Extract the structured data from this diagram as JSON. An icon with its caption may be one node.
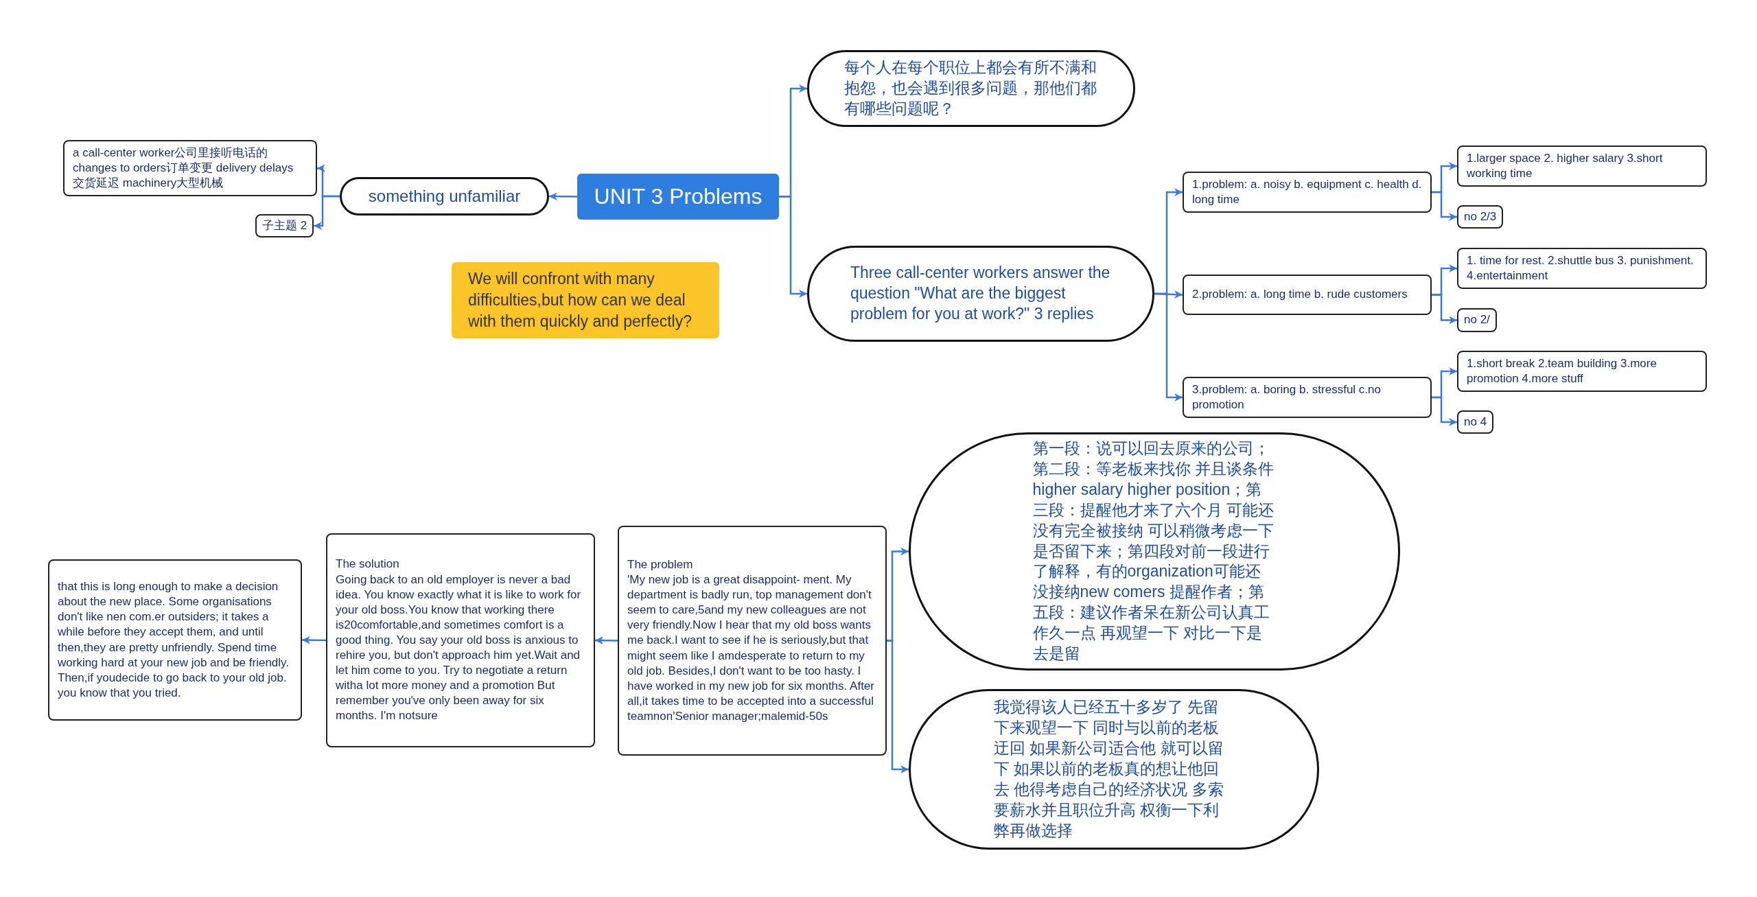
{
  "diagram": {
    "nodes": [
      {
        "text": [
          "UNIT 3 Problems"
        ]
      },
      {
        "text": [
          "something unfamiliar"
        ]
      },
      {
        "text": [
          "a call-center worker公司里接听电话的 changes to orders订单变更 delivery delays 交货延迟 machinery大型机械"
        ]
      },
      {
        "text": [
          "子主题 2"
        ]
      },
      {
        "text": [
          "We will confront with many difficulties,but how can we deal with them quickly and perfectly?"
        ]
      },
      {
        "text": [
          "每个人在每个职位上都会有所不满和抱怨，也会遇到很多问题，那他们都有哪些问题呢？"
        ]
      },
      {
        "text": [
          "Three call-center workers answer the question \"What are the biggest problem for you at work?\" 3 replies"
        ]
      },
      {
        "text": [
          "1.problem: a. noisy b. equipment c. health d. long time"
        ]
      },
      {
        "text": [
          "1.larger space 2. higher salary 3.short working time"
        ]
      },
      {
        "text": [
          "no 2/3"
        ]
      },
      {
        "text": [
          "2.problem: a. long time b. rude customers"
        ]
      },
      {
        "text": [
          "1. time for rest. 2.shuttle bus 3. punishment. 4.entertainment"
        ]
      },
      {
        "text": [
          "no 2/"
        ]
      },
      {
        "text": [
          "3.problem: a. boring b. stressful c.no promotion"
        ]
      },
      {
        "text": [
          "1.short break 2.team building 3.more promotion 4.more stuff"
        ]
      },
      {
        "text": [
          "no 4"
        ]
      },
      {
        "text": [
          "The problem",
          "'My new job is a great disappoint- ment. My department is badly run, top management don't seem to care,5and my new colleagues are not very friendly.Now I hear that my old boss wants me back.I want to see if he is seriously,but that might seem like I amdesperate to return to my old job. Besides,I don't want to be too hasty. I have worked in my new job for six months. After all,it takes time to be accepted into a successful teamnon'Senior manager;malemid-50s"
        ]
      },
      {
        "text": [
          "The solution",
          "Going back to an old employer is never a bad idea. You know exactly what it is like to work for your old boss.You know that working there is20comfortable,and sometimes comfort is a good thing. You say your old boss is anxious to rehire you, but don't approach him yet.Wait and let him come to you. Try to negotiate a return witha lot more money and a promotion But remember you've only been away for six months. I'm notsure"
        ]
      },
      {
        "text": [
          "that this is long enough to make a decision about the new place. Some organisations don't like nen com.er outsiders; it takes a while before they accept them, and until then,they are pretty unfriendly. Spend time working hard at your new job and be friendly. Then,if youdecide to go back to your old job. you know that you tried."
        ]
      },
      {
        "text": [
          "第一段：说可以回去原来的公司；第二段：等老板来找你 并且谈条件 higher salary higher position；第三段：提醒他才来了六个月 可能还没有完全被接纳 可以稍微考虑一下是否留下来；第四段对前一段进行了解释，有的organization可能还没接纳new comers 提醒作者；第五段：建议作者呆在新公司认真工作久一点 再观望一下 对比一下是去是留"
        ]
      },
      {
        "text": [
          "我觉得该人已经五十多岁了 先留下来观望一下 同时与以前的老板迂回 如果新公司适合他 就可以留下 如果以前的老板真的想让他回去 他得考虑自己的经济状况 多索要薪水并且职位升高 权衡一下利弊再做选择"
        ]
      }
    ],
    "edges": [
      {
        "from": 0,
        "to": 1,
        "arrow": "to"
      },
      {
        "from": 1,
        "to": 2,
        "arrow": "to"
      },
      {
        "from": 1,
        "to": 3,
        "arrow": "to"
      },
      {
        "from": 0,
        "to": 5,
        "arrow": "to"
      },
      {
        "from": 0,
        "to": 6,
        "arrow": "to"
      },
      {
        "from": 6,
        "to": 7,
        "arrow": "to"
      },
      {
        "from": 6,
        "to": 10,
        "arrow": "to"
      },
      {
        "from": 6,
        "to": 13,
        "arrow": "to"
      },
      {
        "from": 7,
        "to": 8,
        "arrow": "to"
      },
      {
        "from": 7,
        "to": 9,
        "arrow": "to"
      },
      {
        "from": 10,
        "to": 11,
        "arrow": "to"
      },
      {
        "from": 10,
        "to": 12,
        "arrow": "to"
      },
      {
        "from": 13,
        "to": 14,
        "arrow": "to"
      },
      {
        "from": 13,
        "to": 15,
        "arrow": "to"
      },
      {
        "from": 16,
        "to": 17,
        "arrow": "to"
      },
      {
        "from": 17,
        "to": 18,
        "arrow": "to"
      },
      {
        "from": 16,
        "to": 19,
        "arrow": "to"
      },
      {
        "from": 16,
        "to": 20,
        "arrow": "to"
      }
    ]
  }
}
